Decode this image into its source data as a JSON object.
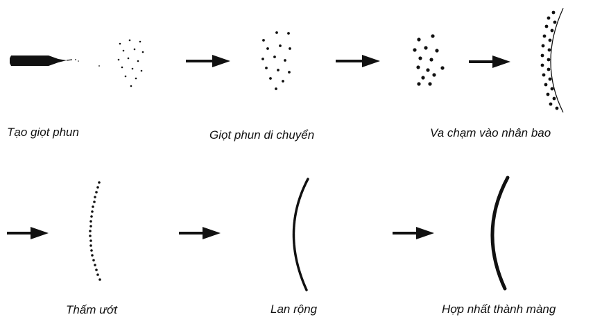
{
  "diagram": {
    "title": "",
    "steps": [
      {
        "id": "spray-generation",
        "label": "Tạo giọt phun"
      },
      {
        "id": "droplet-movement",
        "label": "Giọt phun di chuyển"
      },
      {
        "id": "impact",
        "label": "Va chạm vào nhân bao"
      },
      {
        "id": "wetting",
        "label": "Thấm ướt"
      },
      {
        "id": "spreading",
        "label": "Lan rộng"
      },
      {
        "id": "film-coalescence",
        "label": "Hợp nhất thành màng"
      }
    ],
    "colors": {
      "ink": "#111111",
      "background": "#ffffff"
    }
  }
}
